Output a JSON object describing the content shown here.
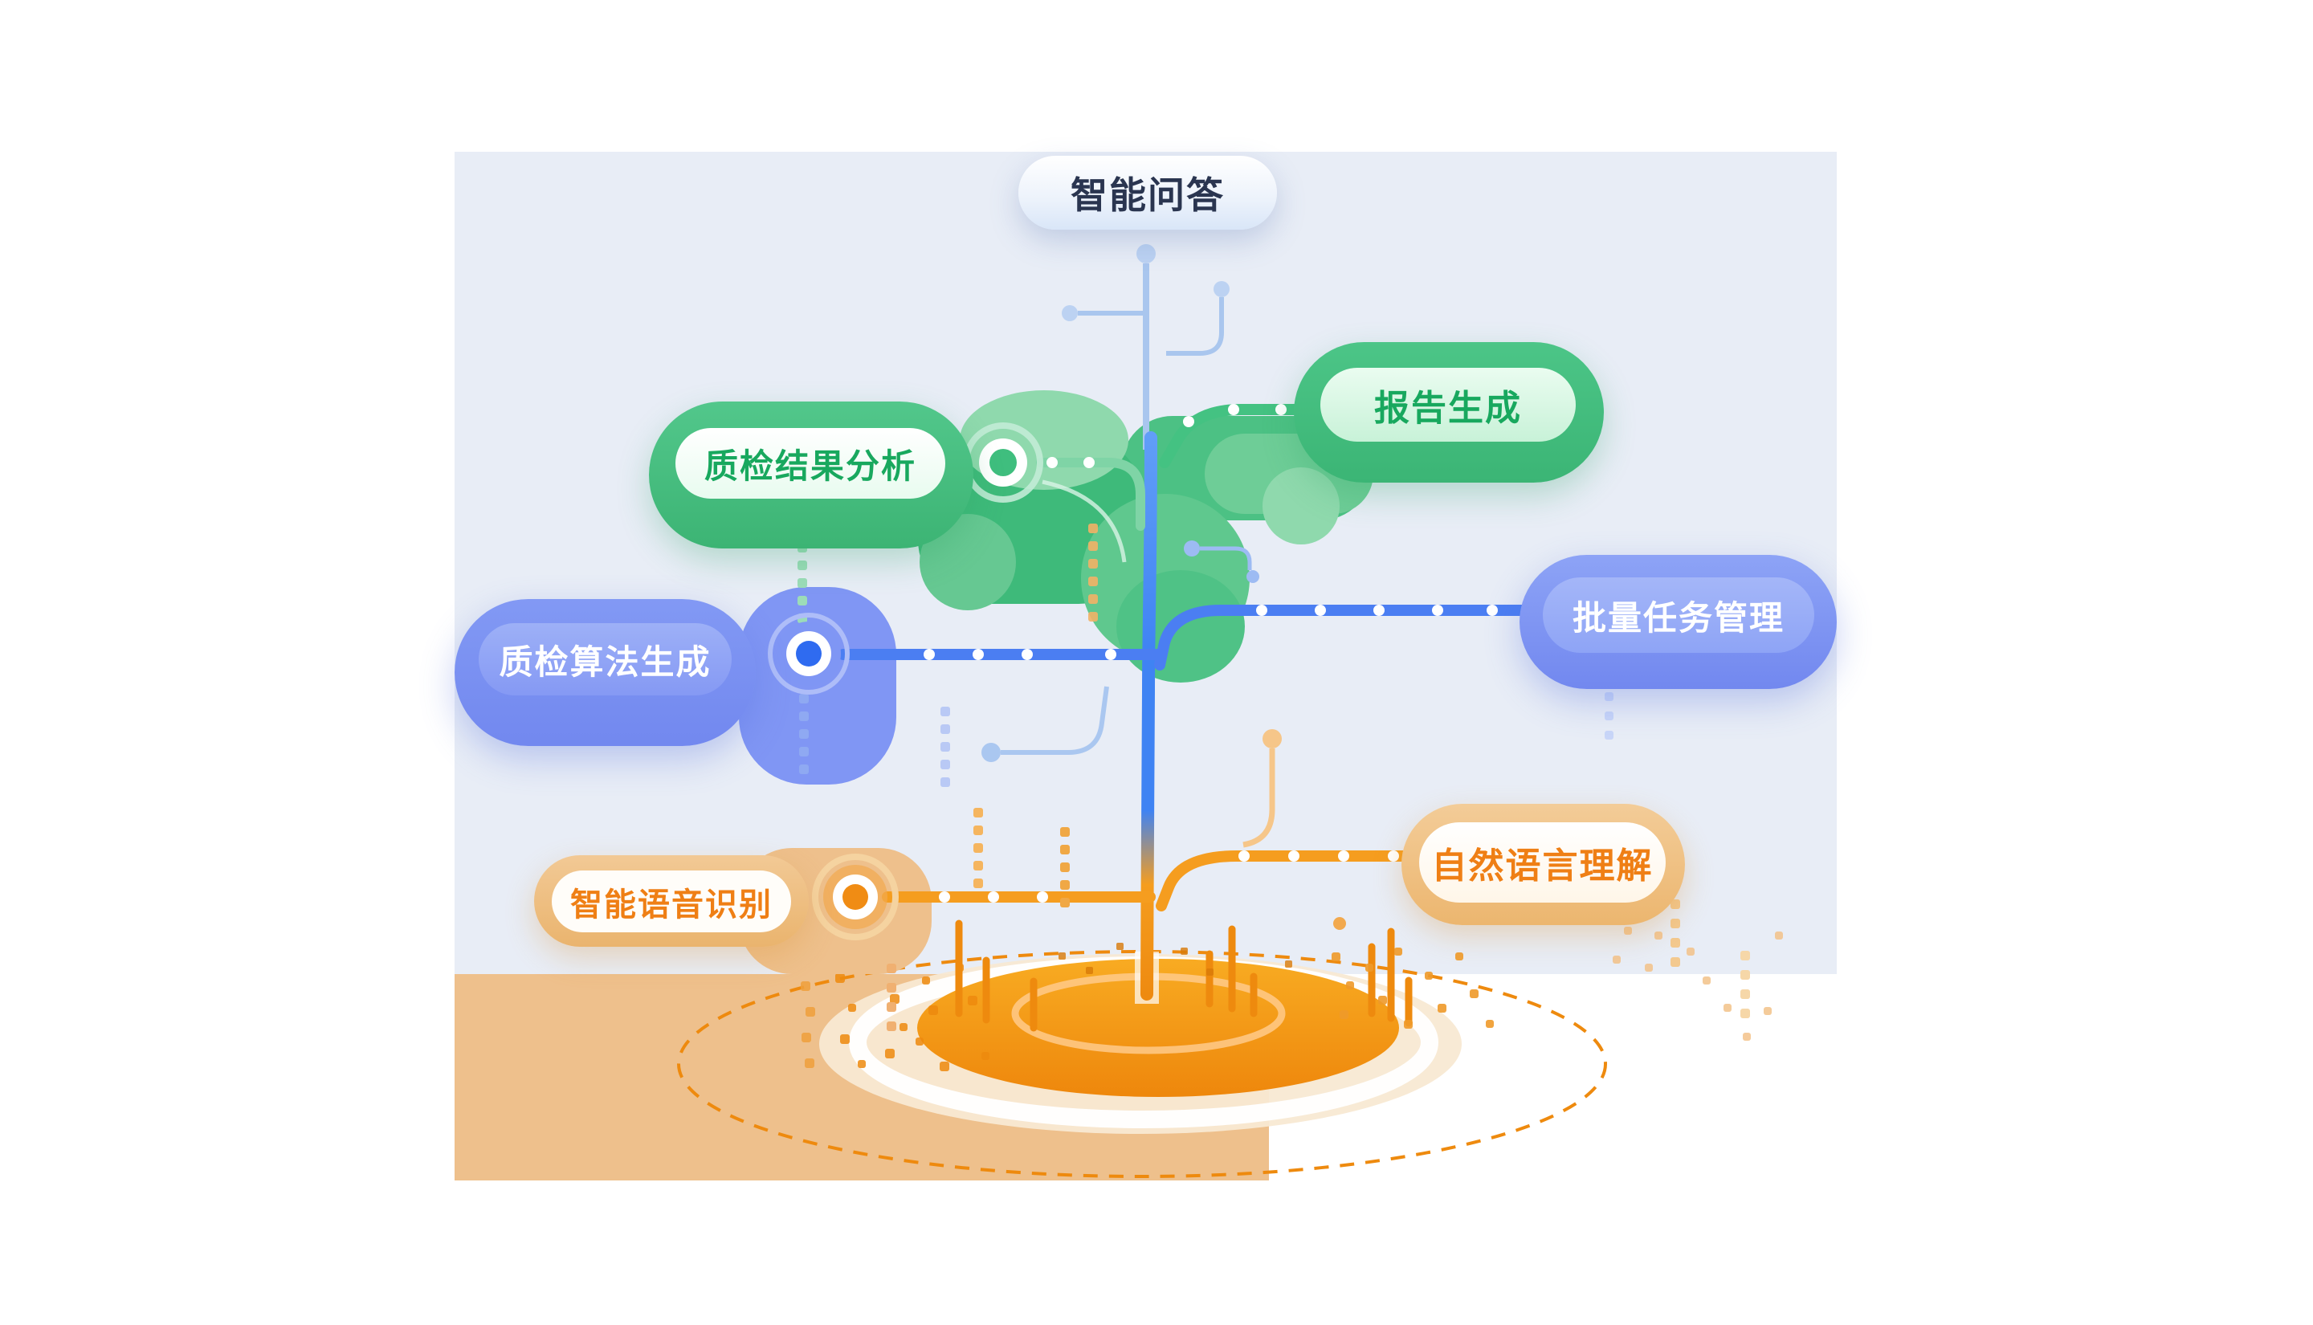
{
  "diagram": {
    "nodes": [
      {
        "id": "qa",
        "label": "智能问答",
        "text_color": "#2a3550"
      },
      {
        "id": "analysis",
        "label": "质检结果分析",
        "text_color": "#18a85e"
      },
      {
        "id": "report",
        "label": "报告生成",
        "text_color": "#18a85e"
      },
      {
        "id": "algorithm",
        "label": "质检算法生成",
        "text_color": "#ffffff"
      },
      {
        "id": "batch",
        "label": "批量任务管理",
        "text_color": "#ffffff"
      },
      {
        "id": "asr",
        "label": "智能语音识别",
        "text_color": "#ef7f15"
      },
      {
        "id": "nlu",
        "label": "自然语言理解",
        "text_color": "#ef7f15"
      }
    ],
    "palette": {
      "green": "#3fbe7e",
      "blue": "#4b7ef2",
      "orange": "#f59d1f",
      "tan": "#eec08c",
      "panel_background": "#e8edf6"
    }
  }
}
